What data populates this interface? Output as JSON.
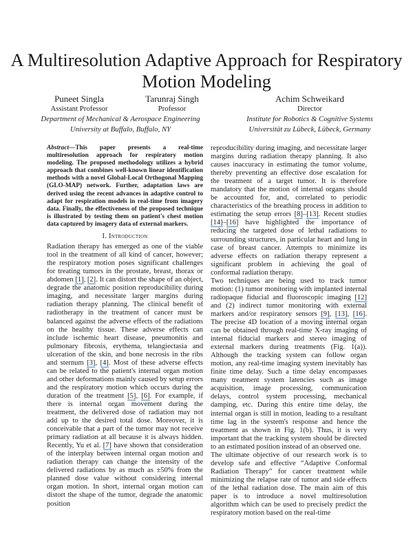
{
  "paper": {
    "title": "A Multiresolution Adaptive Approach for Respiratory Motion Modeling",
    "authors": [
      {
        "name": "Puneet Singla",
        "role": "Assistant Professor"
      },
      {
        "name": "Tarunraj Singh",
        "role": "Professor"
      },
      {
        "name": "Achim Schweikard",
        "role": "Director"
      }
    ],
    "affiliations": [
      {
        "dept": "Department of Mechanical & Aerospace Engineering",
        "place": "University at Buffalo, Buffalo, NY"
      },
      {
        "dept": "Institute for Robotics & Cognitive Systems",
        "place": "Universität zu Lübeck, Lübeck, Germany"
      }
    ],
    "abstract_label": "Abstract",
    "abstract_dash": "—",
    "abstract_text": "This paper presents a real-time multiresolution approach for respiratory motion modeling. The proposed methodology utilizes a hybrid approach that combines well-known linear identification methods with a novel Global-Local Orthogonal Mapping (GLO-MAP) network. Further, adaptation laws are derived using the recent advances in adaptive control to adapt for respiration models in real-time from imagery data. Finally, the effectiveness of the proposed technique is illustrated by testing them on patient's chest motion data captured by imagery data of external markers.",
    "section_number": "I.",
    "section_title": "Introduction",
    "left_paragraphs": [
      "Radiation therapy has emerged as one of the viable tool in the treatment of all kind of cancer, however; the respiratory motion poses significant challenges for treating tumors in the prostate, breast, thorax or abdomen [1], [2]. It can distort the shape of an object, degrade the anatomic position reproducibility during imaging, and necessitate larger margins during radiation therapy planning. The clinical benefit of radiotherapy in the treatment of cancer must be balanced against the adverse effects of the radiations on the healthy tissue. These adverse effects can include ischemic heart disease, pneumonitis and pulmonary fibrosis, erythema, telangiectasia and ulceration of the skin, and bone necrosis in the ribs and sternum [3], [4]. Most of these adverse effects can be related to the patient's internal organ motion and other deformations mainly caused by setup errors and the respiratory motion which occurs during the duration of the treatment [5], [6]. For example, if there is internal organ movement during the treatment, the delivered dose of radiation may not add up to the desired total dose. Moreover, it is conceivable that a part of the tumor may not receive primary radiation at all because it is always hidden. Recently, Yu et al. [7] have shown that consideration of the interplay between internal organ motion and radiation therapy can change the intensity of the delivered radiations by as much as ±50% from the planned dose value without considering internal organ motion. In short, internal organ motion can distort the shape of the tumor, degrade the anatomic position"
    ],
    "right_paragraphs": [
      "reproducibility during imaging, and necessitate larger margins during radiation therapy planning. It also causes inaccuracy in estimating the tumor volume, thereby preventing an effective dose escalation for the treatment of a target tumor. It is therefore mandatory that the motion of internal organs should be accounted for, and, correlated to periodic characteristics of the breathing process in addition to estimating the setup errors [8]–[13]. Recent studies [14]–[16] have highlighted the importance of reducing the targeted dose of lethal radiations to surrounding structures, in particular heart and lung in case of breast cancer. Attempts to minimize its adverse effects on radiation therapy represent a significant problem in achieving the goal of conformal radiation therapy.",
      "Two techniques are being used to track tumor motion: (1) tumor monitoring with implanted internal radiopaque fiducial and fluoroscopic imaging [12] and (2) indirect tumor monitoring with external markers and/or respiratory sensors [9], [13], [16]. The precise 4D location of a moving internal organ can be obtained through real-time X-ray imaging of internal fiducial markers and stereo imaging of external markers during treatments (Fig. 1(a)). Although the tracking system can follow organ motion, any real-time imaging system inevitably has finite time delay. Such a time delay encompasses many treatment system latencies such as image acquisition, image processing, communication delays, control system processing, mechanical damping, etc. During this entire time delay, the internal organ is still in motion, leading to a resultant time lag in the system's response and hence the treatment as shown in Fig. 1(b). Thus, it is very important that the tracking system should be directed to an estimated position instead of an observed one.",
      "The ultimate objective of our research work is to develop safe and effective “Adaptive Conformal Radiation Therapy” for cancer treatment while minimizing the relapse rate of tumor and side effects of the lethal radiation dose. The main aim of this paper is to introduce a novel multiresolution algorithm which can be used to precisely predict the respiratory motion based on the real-time"
    ],
    "colors": {
      "citation_underline": "#4a90d9",
      "text": "#222222"
    }
  }
}
